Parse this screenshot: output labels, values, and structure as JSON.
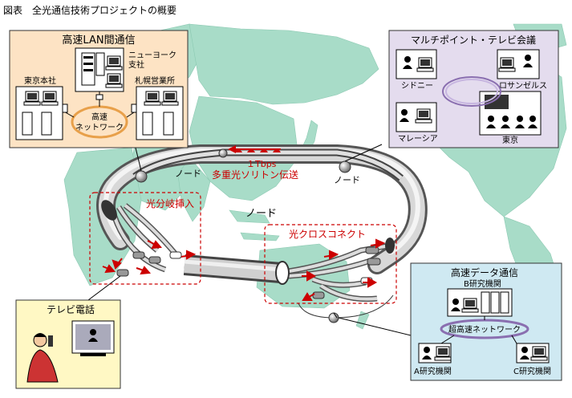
{
  "header": {
    "title": "図表　全光通信技術プロジェクトの概要"
  },
  "colors": {
    "ocean": "#ffffff",
    "land": "#a8dcc8",
    "lan_box": "#fde3c4",
    "conference_box": "#e4dcee",
    "data_box": "#cfe9f2",
    "phone_box": "#fff8c4",
    "red": "#cc0000"
  },
  "lan_box": {
    "title": "高速LAN間通信",
    "new_york": "ニューヨーク",
    "branch": "支社",
    "tokyo": "東京本社",
    "sapporo": "札幌営業所",
    "network_line1": "高速",
    "network_line2": "ネットワーク"
  },
  "conference_box": {
    "title": "マルチポイント・テレビ会議",
    "sydney": "シドニー",
    "los_angeles": "ロサンゼルス",
    "malaysia": "マレーシア",
    "tokyo": "東京"
  },
  "ring": {
    "node_left": "ノード",
    "node_right": "ノード",
    "node_center": "ノード",
    "speed": "１Tbps",
    "transmission": "多重光ソリトン伝送",
    "add_drop": "光分岐挿入",
    "cross_connect": "光クロスコネクト"
  },
  "phone_box": {
    "title": "テレビ電話"
  },
  "data_box": {
    "title": "高速データ通信",
    "institute_b": "B研究機関",
    "network": "超高速ネットワーク",
    "institute_a": "A研究機関",
    "institute_c": "C研究機関"
  },
  "icons": [
    "building-icon",
    "computer-icon",
    "person-icon",
    "server-rack-icon",
    "arrow-icon"
  ]
}
